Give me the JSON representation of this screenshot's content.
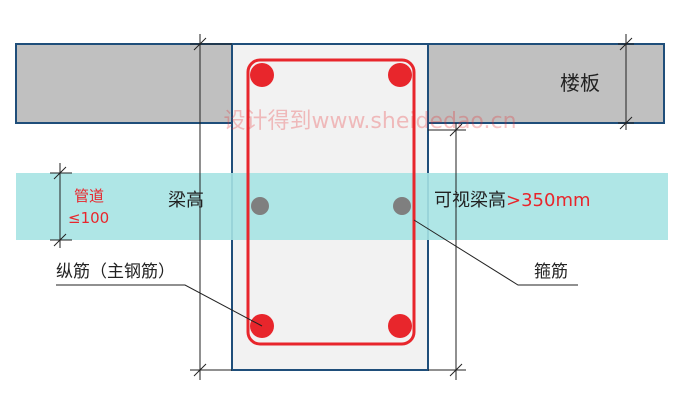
{
  "labels": {
    "slab": "楼板",
    "beam_height": "梁高",
    "pipe_line1": "管道",
    "pipe_line2": "≤100",
    "visible_height_prefix": "可视梁高",
    "visible_height_value": ">350mm",
    "longitudinal_rebar": "纵筋（主钢筋）",
    "stirrup": "箍筋",
    "watermark": "设计得到www.sheidedao.cn"
  },
  "colors": {
    "slab_fill": "#c0c0c0",
    "outline": "#1f4e7a",
    "beam_fill": "#f2f2f2",
    "pipe_band": "#a6e3e3",
    "rebar_red": "#e8262c",
    "rebar_gray": "#7f7f7f",
    "accent_text": "#e8262c"
  }
}
